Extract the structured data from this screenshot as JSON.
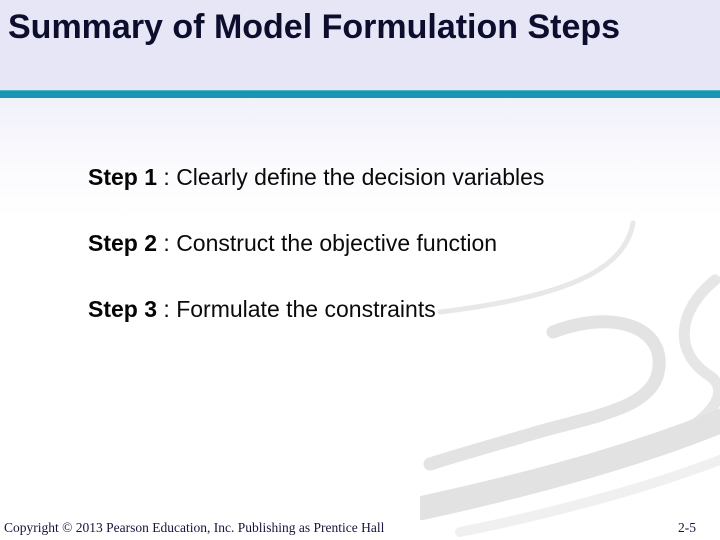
{
  "slide": {
    "title": "Summary of Model Formulation Steps",
    "steps": [
      {
        "label": "Step 1",
        "rest": " : Clearly define the decision variables"
      },
      {
        "label": "Step 2",
        "rest": " : Construct the objective function"
      },
      {
        "label": "Step 3",
        "rest": " : Formulate the constraints"
      }
    ],
    "footer": {
      "copyright": "Copyright © 2013 Pearson Education, Inc. Publishing as Prentice Hall",
      "page_number": "2-5"
    },
    "colors": {
      "accent_bar": "#1796b4",
      "header_background": "#e6e6f7",
      "title_text": "#0d0d2e",
      "body_text": "#0a0a0a",
      "swirl_gray": "#e4e4e4"
    }
  }
}
